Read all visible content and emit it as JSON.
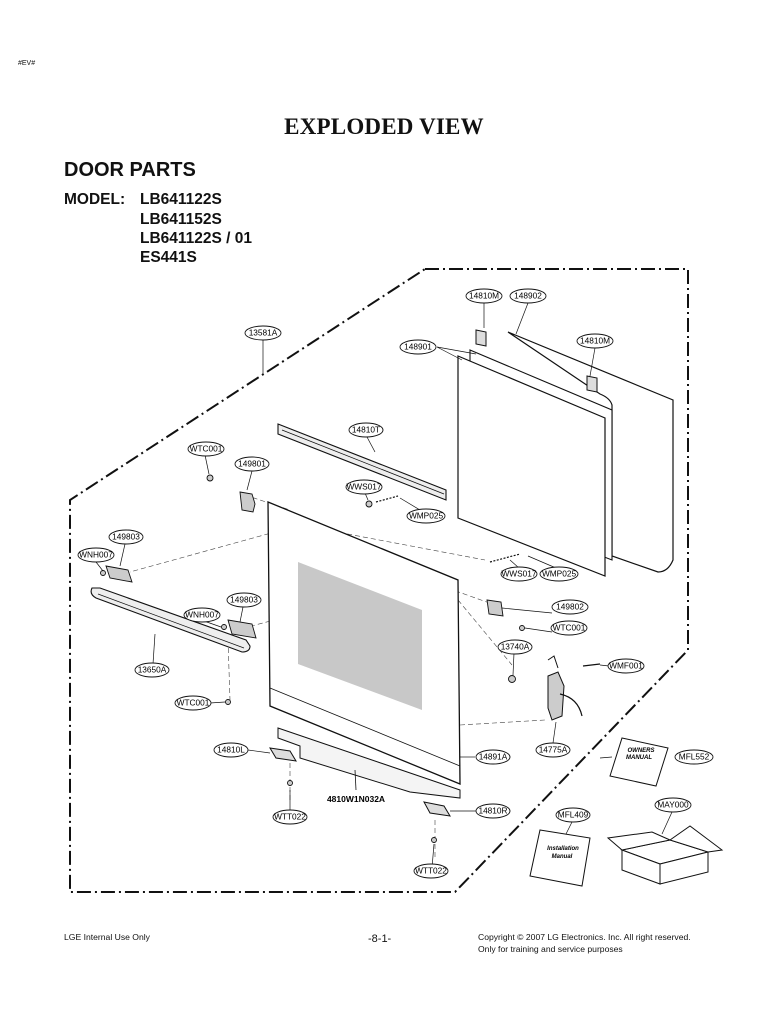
{
  "header": {
    "code": "#EV#",
    "title": "EXPLODED VIEW",
    "section": "DOOR PARTS",
    "model_label": "MODEL:",
    "models": [
      "LB641122S",
      "LB641152S",
      "LB641122S / 01",
      "ES441S"
    ]
  },
  "callouts": {
    "c1": "14810M",
    "c2": "148902",
    "c3": "13581A",
    "c4": "148901",
    "c5": "14810M",
    "c6": "14810T",
    "c7": "WTC001",
    "c8": "149801",
    "c9": "WWS017",
    "c10": "WMP025",
    "c11": "149803",
    "c12": "WNH007",
    "c13": "WWS017",
    "c14": "WMP025",
    "c15": "149803",
    "c16": "WNH007",
    "c17": "149802",
    "c18": "WTC001",
    "c19": "13740A",
    "c20": "WMF001",
    "c21": "13650A",
    "c22": "WTC001",
    "c23": "14810L",
    "c24": "14891A",
    "c25": "14775A",
    "c26": "MFL552",
    "c27": "WTT022",
    "c28": "14810R",
    "c29": "MFL409",
    "c30": "MAY000",
    "c31": "WTT022"
  },
  "labels": {
    "base_part": "4810W1N032A",
    "owners_manual_line1": "OWNERS",
    "owners_manual_line2": "MANUAL",
    "install_manual_line1": "Installation",
    "install_manual_line2": "Manual"
  },
  "footer": {
    "left": "LGE Internal Use Only",
    "page": "-8-1-",
    "copyright": "Copyright © 2007 LG Electronics. Inc. All right reserved.",
    "note": "Only for training and service purposes"
  }
}
